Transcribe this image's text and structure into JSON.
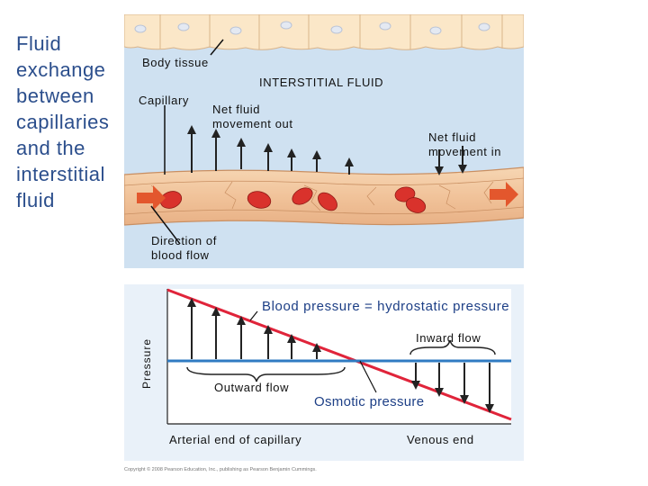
{
  "title_lines": [
    "Fluid",
    "exchange",
    "between",
    "capillaries",
    "and the",
    "interstitial",
    "fluid"
  ],
  "top_panel": {
    "body_tissue": "Body tissue",
    "interstitial_fluid": "INTERSTITIAL FLUID",
    "capillary": "Capillary",
    "net_out": [
      "Net fluid",
      "movement out"
    ],
    "net_in": [
      "Net fluid",
      "movement in"
    ],
    "blood_flow": [
      "Direction of",
      "blood flow"
    ]
  },
  "bottom_panel": {
    "blood_pressure": "Blood pressure = hydrostatic pressure",
    "inward_flow": "Inward flow",
    "outward_flow": "Outward flow",
    "osmotic_pressure": "Osmotic pressure",
    "y_axis": "Pressure",
    "arterial_end": "Arterial end of capillary",
    "venous_end": "Venous end"
  },
  "copyright": "Copyright © 2008 Pearson Education, Inc., publishing as Pearson Benjamin Cummings.",
  "colors": {
    "title": "#2b4e8c",
    "tissue": "#fbe7c8",
    "cell_outline": "#d9b48a",
    "interstitial": "#cfe1f1",
    "capillary_wall": "#f3c9a3",
    "red_blood_cell": "#d9322c",
    "blood_pressure_line": "#e0243a",
    "osmotic_line": "#2f7bc2"
  }
}
